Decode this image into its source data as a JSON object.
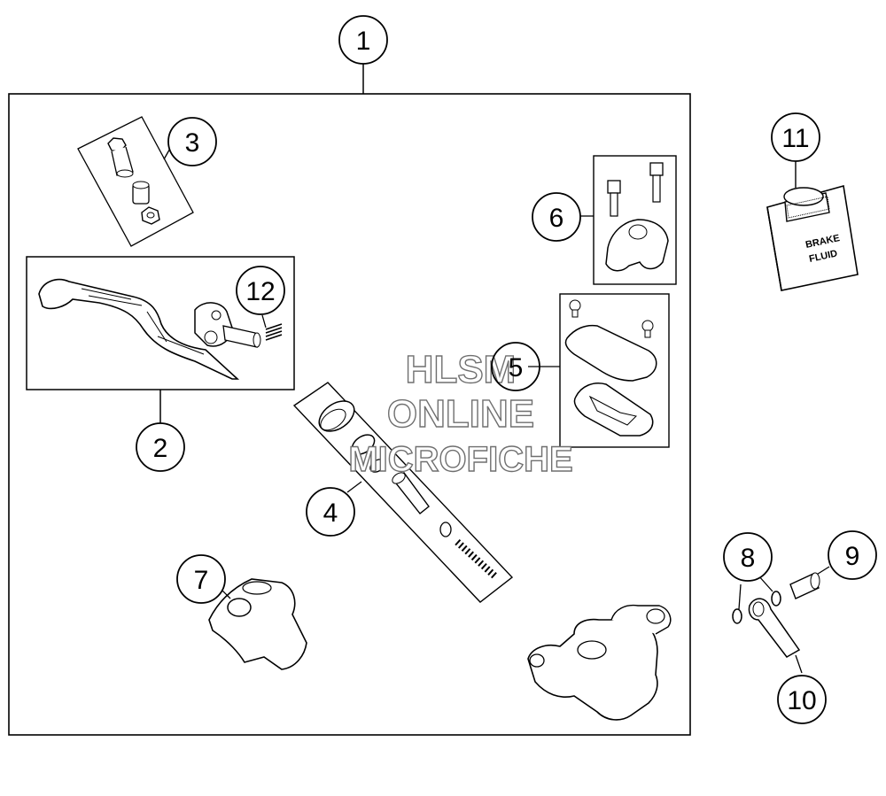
{
  "callouts": {
    "c1": "1",
    "c2": "2",
    "c3": "3",
    "c4": "4",
    "c5": "5",
    "c6": "6",
    "c7": "7",
    "c8": "8",
    "c9": "9",
    "c10": "10",
    "c11": "11",
    "c12": "12"
  },
  "bottle_label": {
    "line1": "BRAKE",
    "line2": "FLUID"
  },
  "watermark": {
    "line1": "HLSM",
    "line2": "ONLINE",
    "line3": "MICROFICHE"
  }
}
